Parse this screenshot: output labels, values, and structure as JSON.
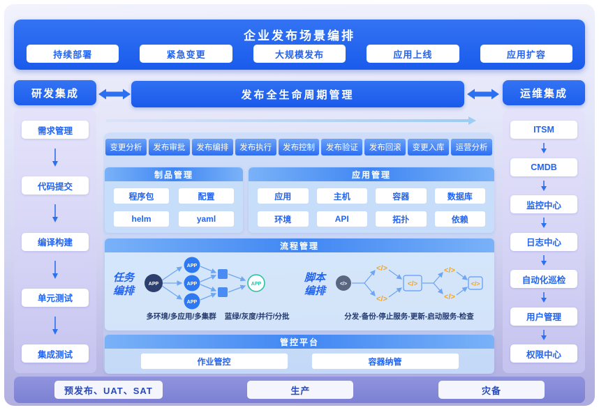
{
  "header": {
    "title": "企业发布场景编排",
    "buttons": [
      "持续部署",
      "紧急变更",
      "大规模发布",
      "应用上线",
      "应用扩容"
    ]
  },
  "left_sidebar": {
    "title": "研发集成",
    "items": [
      "需求管理",
      "代码提交",
      "编译构建",
      "单元测试",
      "集成测试"
    ]
  },
  "right_sidebar": {
    "title": "运维集成",
    "items": [
      "ITSM",
      "CMDB",
      "监控中心",
      "日志中心",
      "自动化巡检",
      "用户管理",
      "权限中心"
    ]
  },
  "lifecycle": {
    "title": "发布全生命周期管理",
    "steps": [
      "变更分析",
      "发布审批",
      "发布编排",
      "发布执行",
      "发布控制",
      "发布验证",
      "发布回滚",
      "变更入库",
      "运营分析"
    ]
  },
  "artifact_panel": {
    "title": "制品管理",
    "items": [
      "程序包",
      "配置",
      "helm",
      "yaml"
    ]
  },
  "app_panel": {
    "title": "应用管理",
    "items": [
      "应用",
      "主机",
      "容器",
      "数据库",
      "环境",
      "API",
      "拓扑",
      "依赖"
    ]
  },
  "process_panel": {
    "title": "流程管理",
    "task": {
      "label": "任务编排",
      "node_label": "APP",
      "caption_left": "多环境/多应用/多集群",
      "caption_right": "蓝绿/灰度/并行/分批"
    },
    "script": {
      "label": "脚本编排",
      "icon_label": "</>",
      "caption": "分发-备份-停止服务-更新-启动服务-检查"
    }
  },
  "control_panel": {
    "title": "管控平台",
    "items": [
      "作业管控",
      "容器纳管"
    ]
  },
  "footer": {
    "items": [
      "预发布、UAT、SAT",
      "生产",
      "灾备"
    ]
  },
  "colors": {
    "primary_blue": "#2166F0",
    "accent_text": "#2364F0",
    "panel_header_blue": "#4086F3",
    "footer_purple": "#8286D7",
    "script_yellow": "#F1A428",
    "node_teal": "#2DBFA6",
    "node_dark_navy": "#2C3F6F"
  }
}
